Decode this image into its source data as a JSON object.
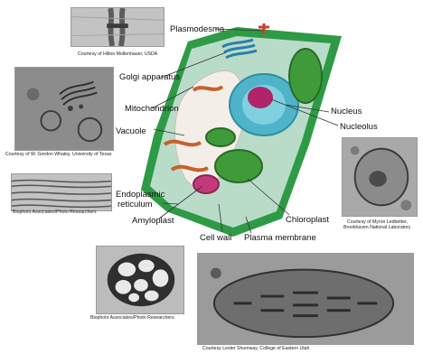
{
  "labels": {
    "plasmodesma": "Plasmodesma",
    "golgi": "Golgi apparatus",
    "mitochondrion": "Mitochondrion",
    "vacuole": "Vacuole",
    "nucleus": "Nucleus",
    "nucleolus": "Nucleolus",
    "er_line1": "Endoplasmic",
    "er_line2": "reticulum",
    "amyloplast": "Amyloplast",
    "cell_wall": "Cell wall",
    "plasma_membrane": "Plasma membrane",
    "chloroplast": "Chloroplast"
  },
  "credits": {
    "plasmodesma": "Courtesy of Hilton Mollenhauer, USDA",
    "golgi": "Courtesy of W. Gordon Whaley, University of Texas",
    "er": "Biophoto Associates/Photo Researchers",
    "nucleus_line1": "Courtesy of Myron Ledbetter,",
    "nucleus_line2": "Brookhaven National Laboratory",
    "amyloplast": "Biophoto Associates/Photo Researchers",
    "chloroplast": "Courtesy Lester Shumway, College of Eastern Utah"
  },
  "colors": {
    "cell_wall": "#2f9a45",
    "cytoplasm": "#b9dcc8",
    "vacuole": "#f3efe8",
    "nucleus_envelope": "#4fb3c9",
    "nucleolus": "#b0246a",
    "chloroplast": "#3f9b3a",
    "mitochondrion": "#c8602c",
    "amyloplast": "#c43a78",
    "golgi": "#2b7fa8"
  }
}
